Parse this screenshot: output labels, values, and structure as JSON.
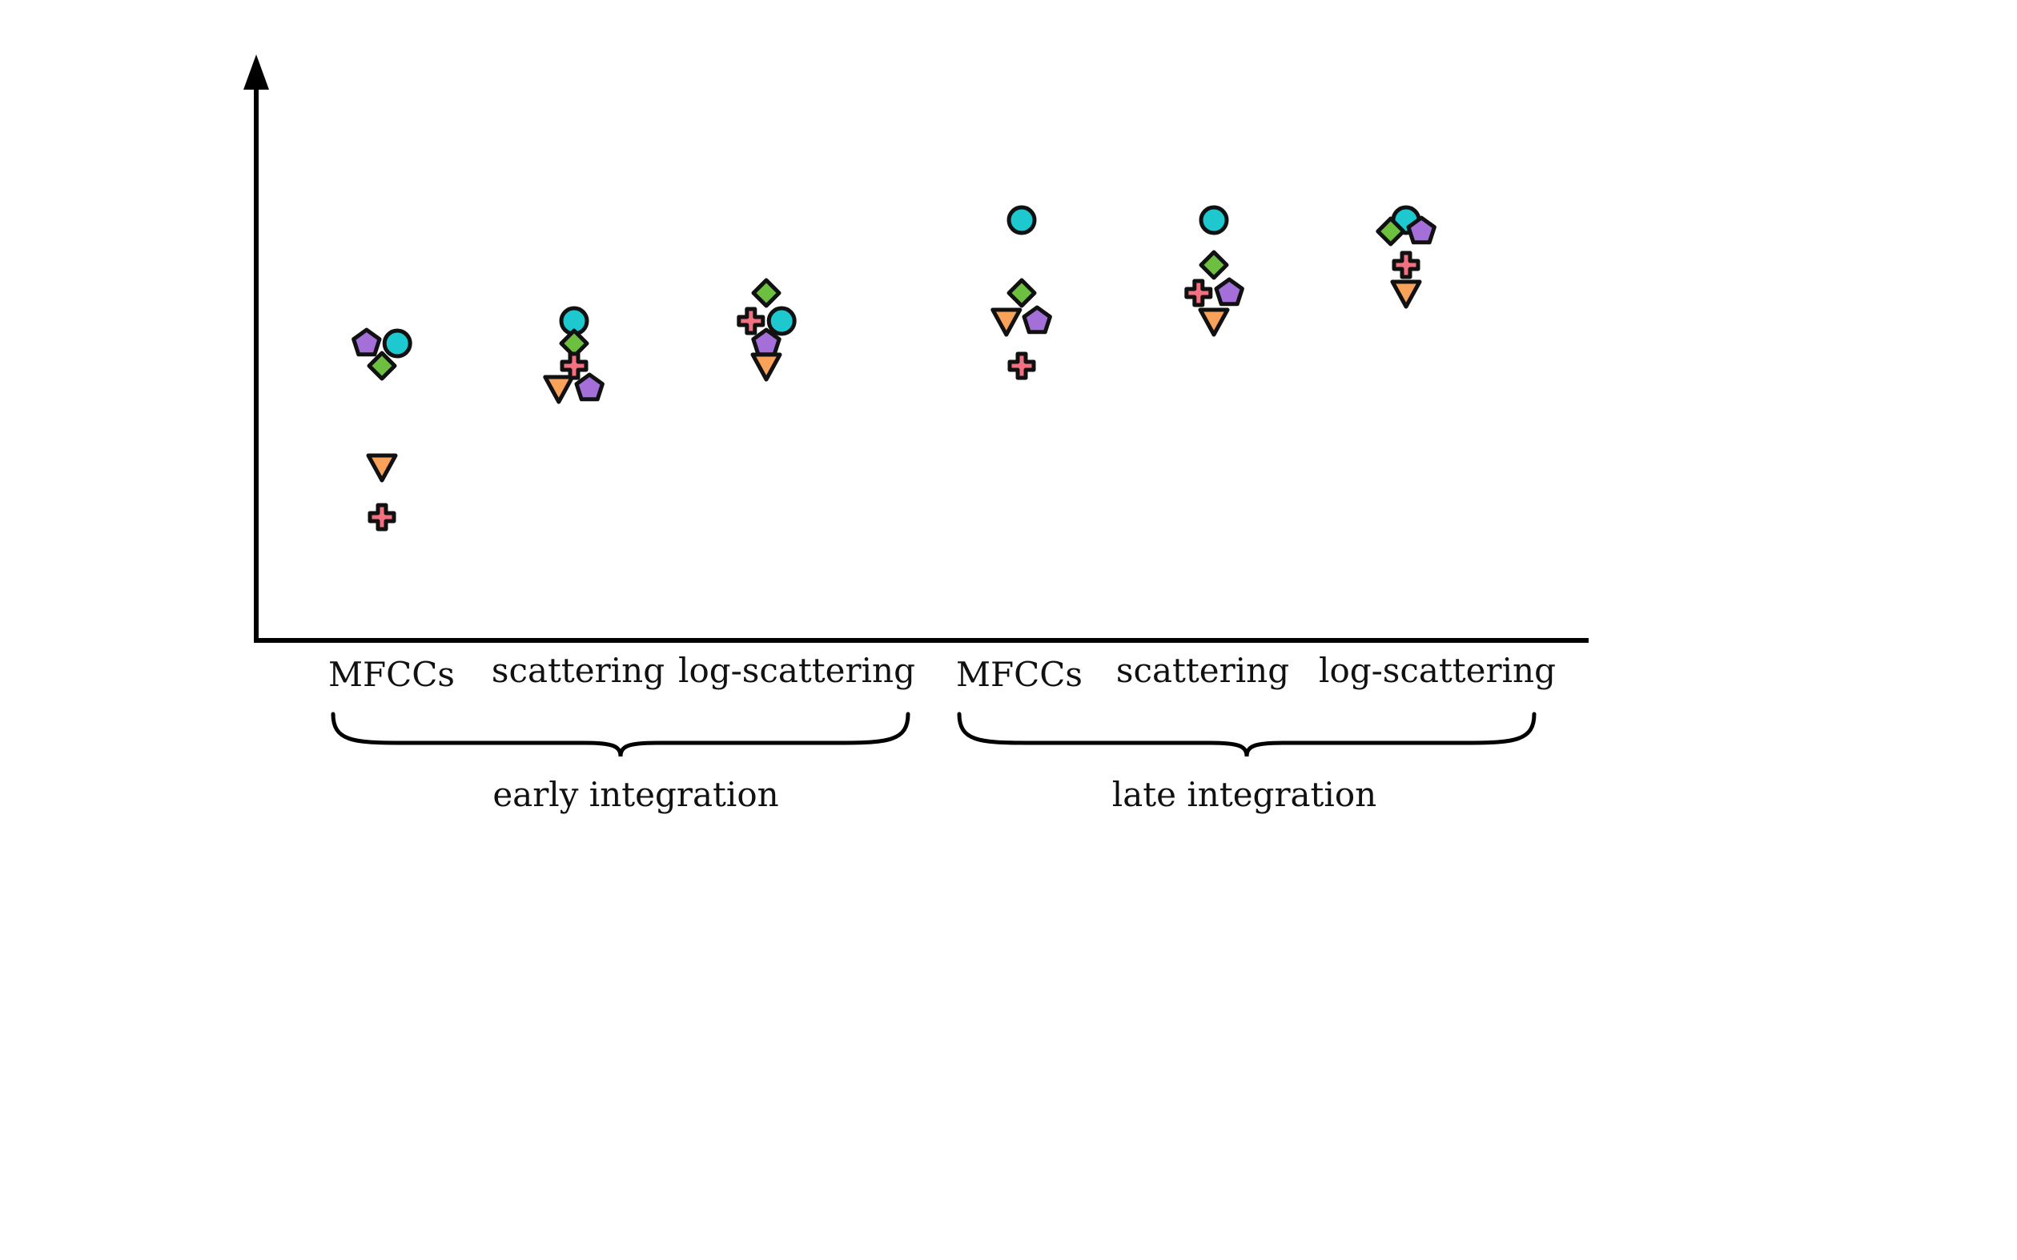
{
  "chart_data": {
    "type": "scatter",
    "title": "",
    "xlabel": "",
    "ylabel": "",
    "ylim": [
      0,
      100
    ],
    "grid": false,
    "legend": "none",
    "categories": [
      "MFCCs",
      "scattering",
      "log-scattering",
      "MFCCs",
      "scattering",
      "log-scattering"
    ],
    "groups": [
      {
        "label": "early integration",
        "categories": [
          0,
          1,
          2
        ]
      },
      {
        "label": "late integration",
        "categories": [
          3,
          4,
          5
        ]
      }
    ],
    "series": [
      {
        "marker": "circle",
        "color": "#1ec8cf",
        "values": [
          53,
          57,
          57,
          75,
          75,
          75
        ],
        "offsets": [
          0.08,
          0,
          0.08,
          0,
          0,
          0
        ]
      },
      {
        "marker": "pentagon",
        "color": "#a46fd8",
        "values": [
          53,
          45,
          53,
          57,
          62,
          73
        ],
        "offsets": [
          -0.08,
          0.08,
          0,
          0.08,
          0.08,
          0.08
        ]
      },
      {
        "marker": "diamond",
        "color": "#6cbf3f",
        "values": [
          49,
          53,
          62,
          62,
          67,
          73
        ],
        "offsets": [
          0,
          0,
          0,
          0,
          0,
          -0.08
        ]
      },
      {
        "marker": "triangle-down",
        "color": "#f9a25a",
        "values": [
          31,
          45,
          49,
          57,
          57,
          62
        ],
        "offsets": [
          0,
          -0.08,
          0,
          -0.08,
          0,
          0
        ]
      },
      {
        "marker": "plus",
        "color": "#f2707f",
        "values": [
          22,
          49,
          57,
          49,
          62,
          67
        ],
        "offsets": [
          0,
          0,
          -0.08,
          0,
          -0.08,
          0
        ]
      }
    ]
  }
}
